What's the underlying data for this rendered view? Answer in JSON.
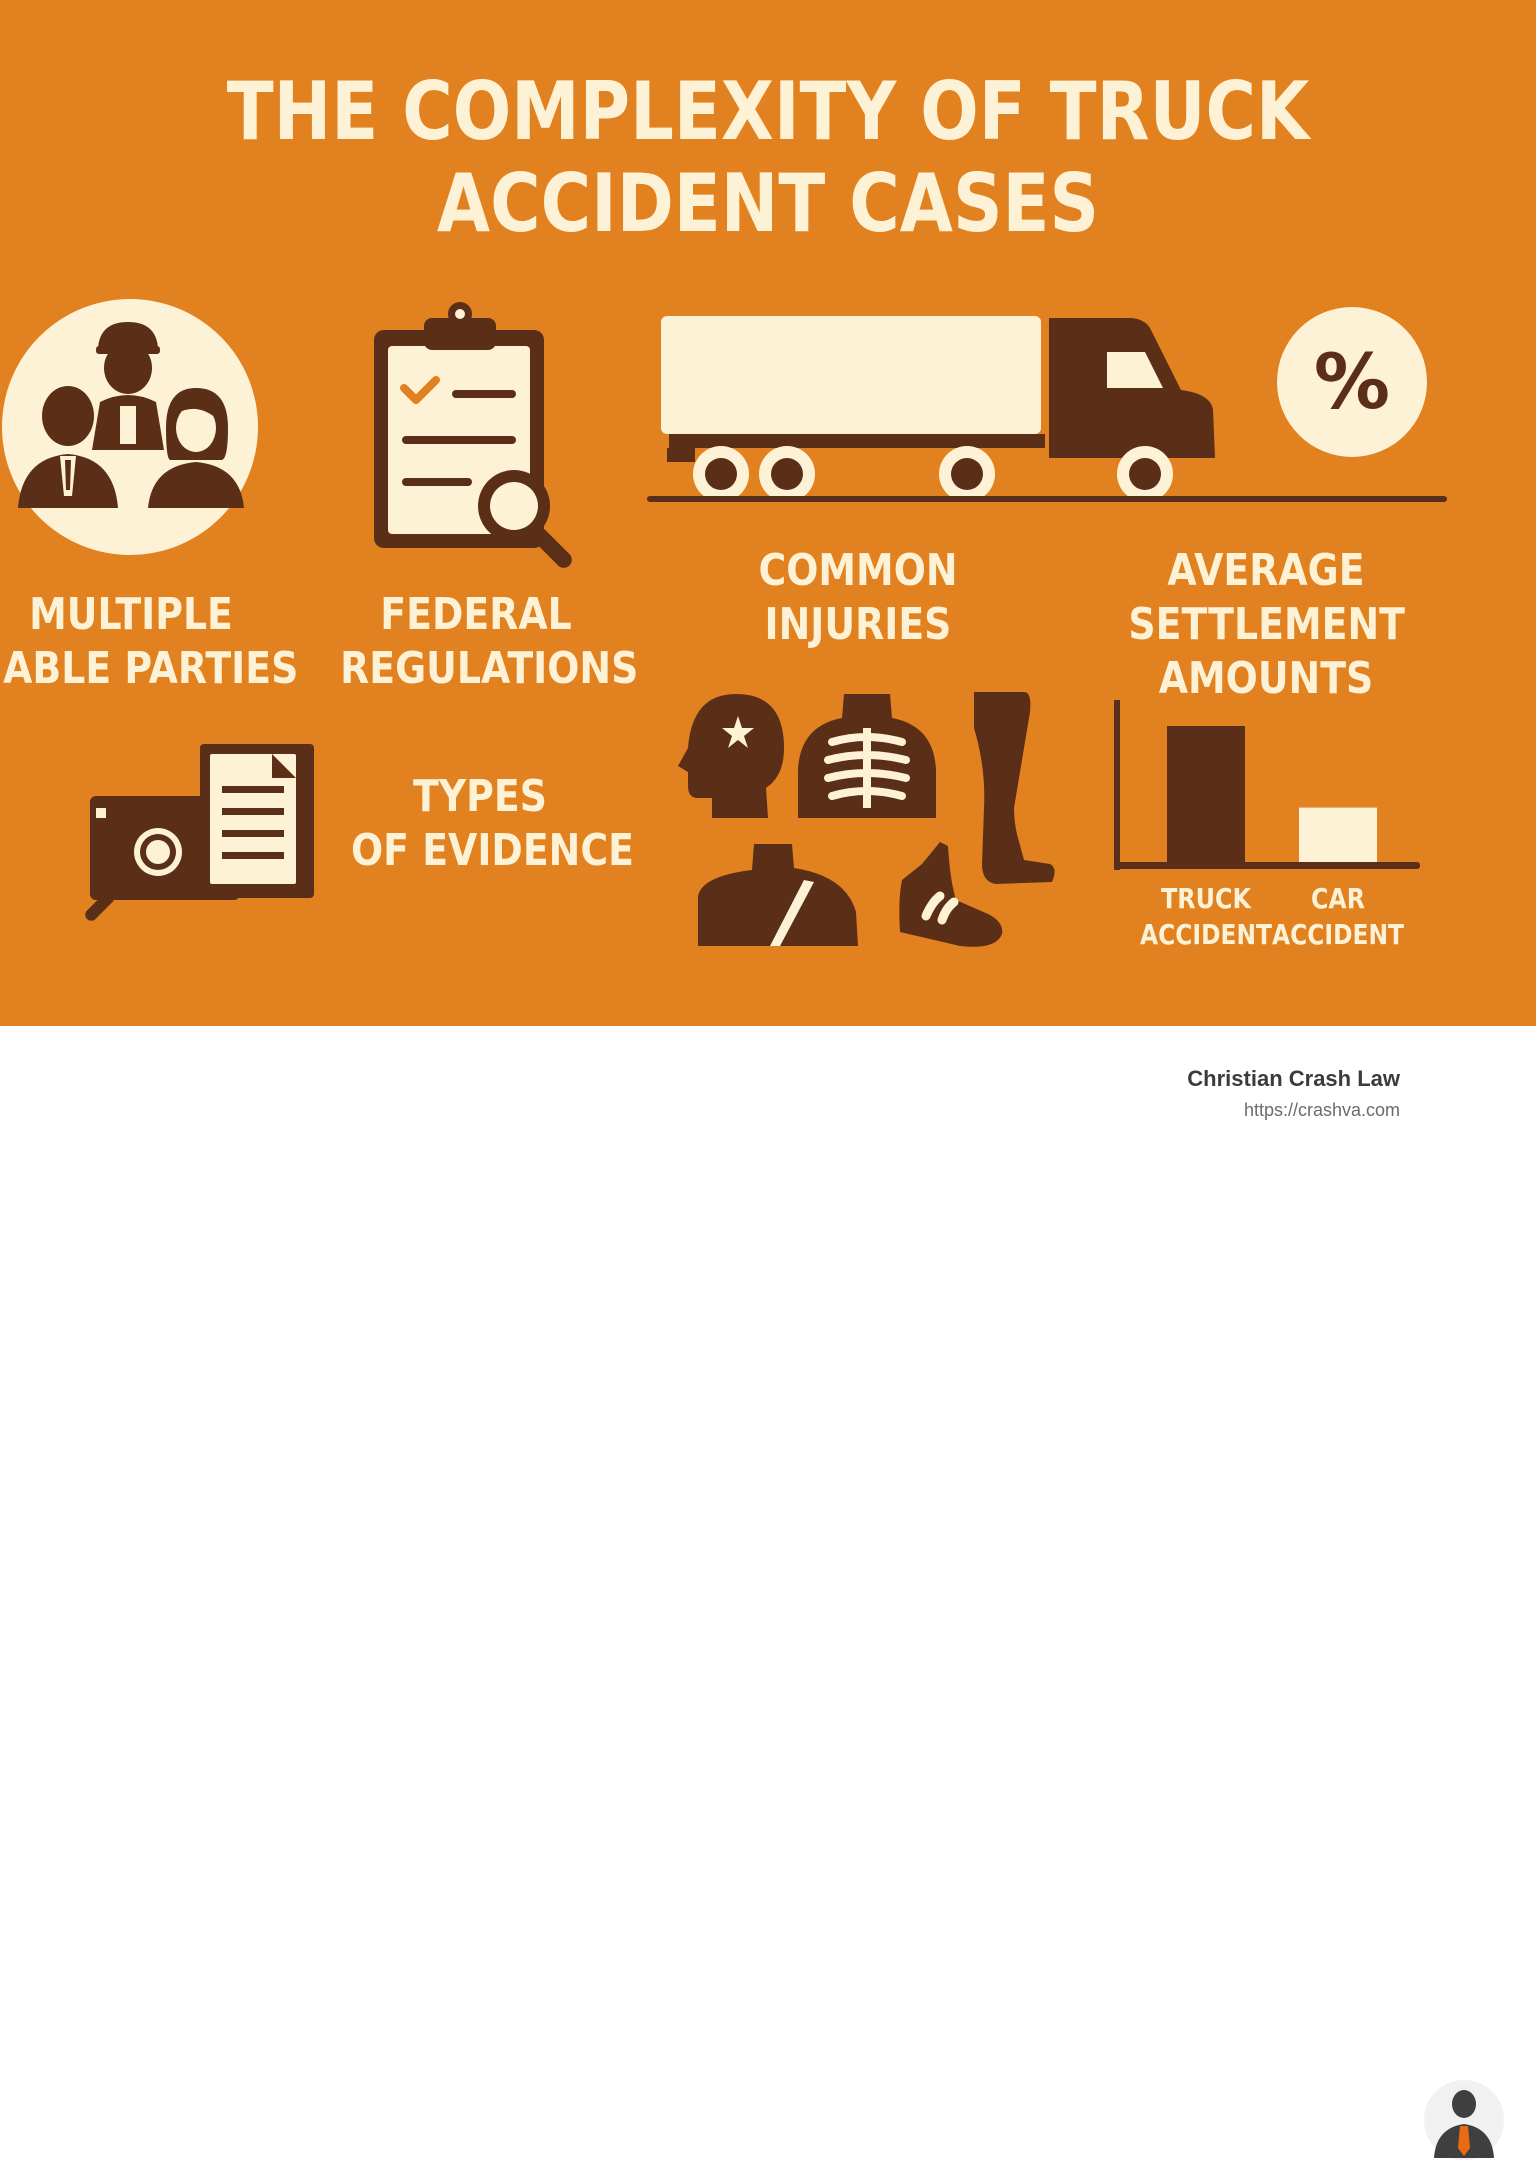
{
  "title": {
    "line1": "THE COMPLEXITY OF TRUCK",
    "line2": "ACCIDENT CASES"
  },
  "sections": {
    "parties": {
      "line1": "MULTIPLE",
      "line2": "ABLE PARTIES"
    },
    "regulations": {
      "line1": "FEDERAL",
      "line2": "REGULATIONS"
    },
    "injuries": {
      "line1": "COMMON",
      "line2": "INJURIES"
    },
    "settlement": {
      "line1": "AVERAGE",
      "line2": "SETTLEMENT",
      "line3": "AMOUNTS"
    },
    "evidence": {
      "line1": "TYPES",
      "line2": "OF EVIDENCE"
    }
  },
  "percent_badge": "%",
  "chart_data": {
    "type": "bar",
    "categories": [
      "TRUCK ACCIDENT",
      "CAR ACCIDENT"
    ],
    "category_lines": [
      [
        "TRUCK",
        "ACCIDENT"
      ],
      [
        "CAR",
        "ACCIDENT"
      ]
    ],
    "values": [
      1.0,
      0.4
    ],
    "title": "",
    "xlabel": "",
    "ylabel": "",
    "bar_colors": [
      "#5a2e17",
      "#fdf1d6"
    ]
  },
  "icons": [
    "people-circle-icon",
    "clipboard-search-icon",
    "truck-icon",
    "percent-icon",
    "head-icon",
    "ribcage-icon",
    "leg-icon",
    "neck-shoulder-icon",
    "foot-icon",
    "evidence-folder-icon"
  ],
  "footer": {
    "brand": "Christian Crash Law",
    "url": "https://crashva.com"
  },
  "colors": {
    "background": "#e1811f",
    "dark": "#5a2e17",
    "cream": "#fdf1d6",
    "footer_bg": "#ffffff"
  }
}
